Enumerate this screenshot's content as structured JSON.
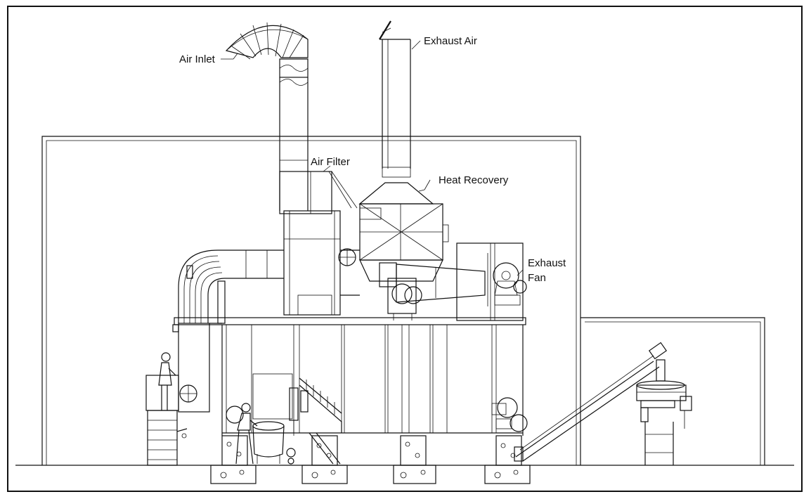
{
  "labels": {
    "air_inlet": "Air Inlet",
    "exhaust_air": "Exhaust Air",
    "air_filter": "Air Filter",
    "heat_recovery": "Heat Recovery",
    "exhaust_fan_line1": "Exhaust",
    "exhaust_fan_line2": "Fan"
  }
}
